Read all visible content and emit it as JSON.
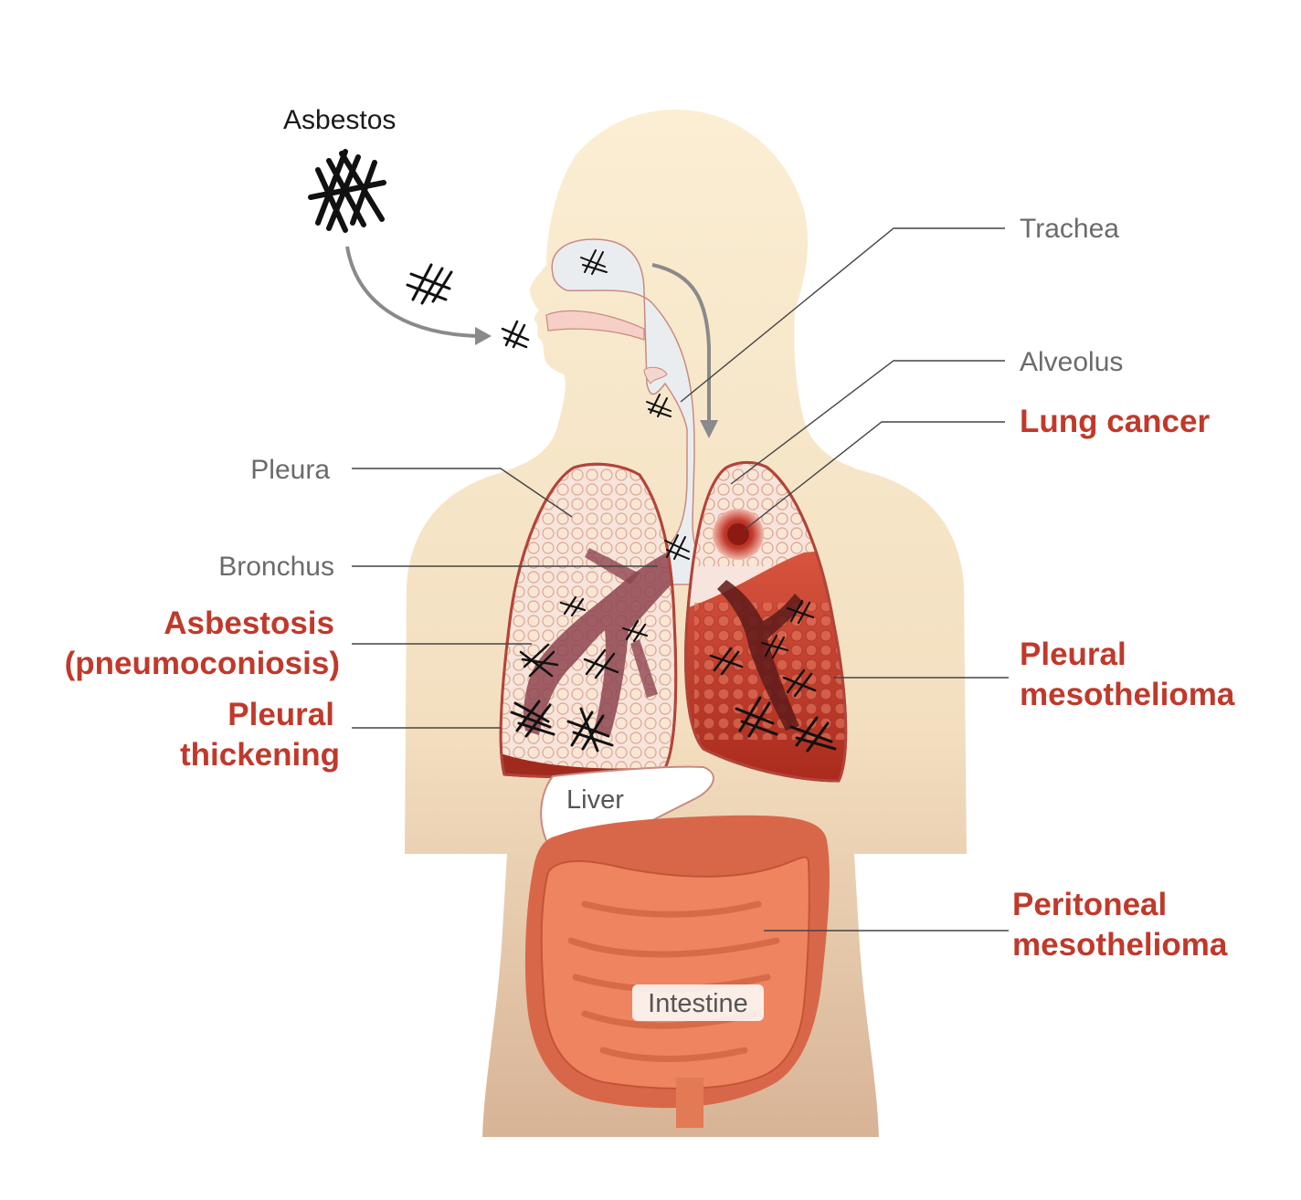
{
  "labels": {
    "asbestos": "Asbestos",
    "trachea": "Trachea",
    "alveolus": "Alveolus",
    "lung_cancer": "Lung cancer",
    "pleura": "Pleura",
    "bronchus": "Bronchus",
    "asbestosis": [
      "Asbestosis",
      "(pneumoconiosis)"
    ],
    "pleural_thickening": [
      "Pleural",
      "thickening"
    ],
    "pleural_mesothelioma": [
      "Pleural",
      "mesothelioma"
    ],
    "peritoneal_mesothelioma": [
      "Peritoneal",
      "mesothelioma"
    ],
    "liver": "Liver",
    "intestine": "Intestine"
  },
  "colors": {
    "skin_top": "#fbeed3",
    "skin_bottom": "#dcb89a",
    "lung_healthy": "#f6dcd2",
    "lung_diseased": "#c0392b",
    "bronchus": "#7a3a3a",
    "intestine": "#ee8560",
    "intestine_dark": "#cf5f3f",
    "disease_label": "#c0392b",
    "anatomy_label": "#6b6b6b"
  }
}
